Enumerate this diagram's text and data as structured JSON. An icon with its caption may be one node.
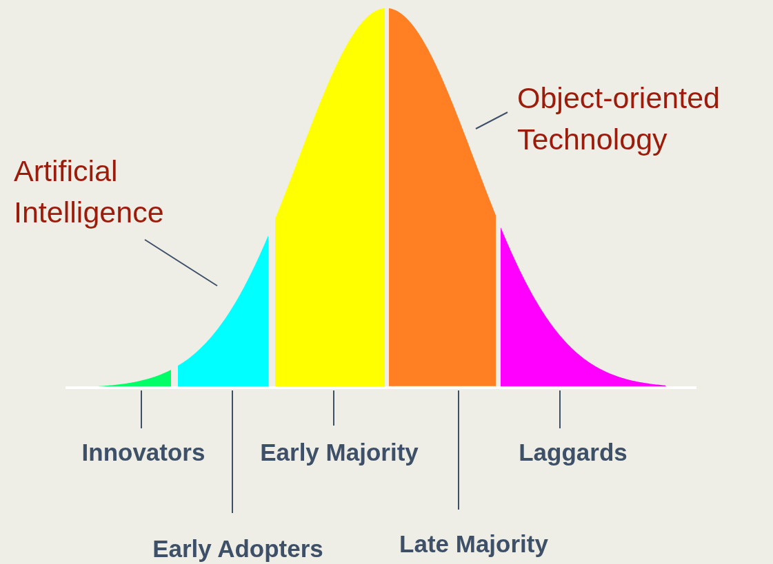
{
  "diagram": {
    "nodes": [
      {
        "text": [
          "Artificial Intelligence"
        ]
      },
      {
        "text": [
          "Object-oriented Technology"
        ]
      },
      {
        "text": [],
        "shape": "area"
      },
      {
        "text": [],
        "shape": "area"
      },
      {
        "text": [],
        "shape": "area"
      },
      {
        "text": [],
        "shape": "area"
      },
      {
        "text": [],
        "shape": "area"
      },
      {
        "text": [
          "Innovators"
        ]
      },
      {
        "text": [
          "Early Majority"
        ]
      },
      {
        "text": [
          "Laggards"
        ]
      },
      {
        "text": [
          "Early Adopters"
        ]
      },
      {
        "text": [
          "Late Majority"
        ]
      }
    ],
    "edges": [
      {
        "from": 0,
        "to": 3,
        "arrow": "none"
      },
      {
        "from": 1,
        "to": 5,
        "arrow": "none"
      },
      {
        "from": 7,
        "to": 2,
        "arrow": "none"
      },
      {
        "from": 10,
        "to": 3,
        "arrow": "none"
      },
      {
        "from": 8,
        "to": 4,
        "arrow": "none"
      },
      {
        "from": 11,
        "to": 5,
        "arrow": "none"
      },
      {
        "from": 9,
        "to": 6,
        "arrow": "none"
      }
    ]
  }
}
